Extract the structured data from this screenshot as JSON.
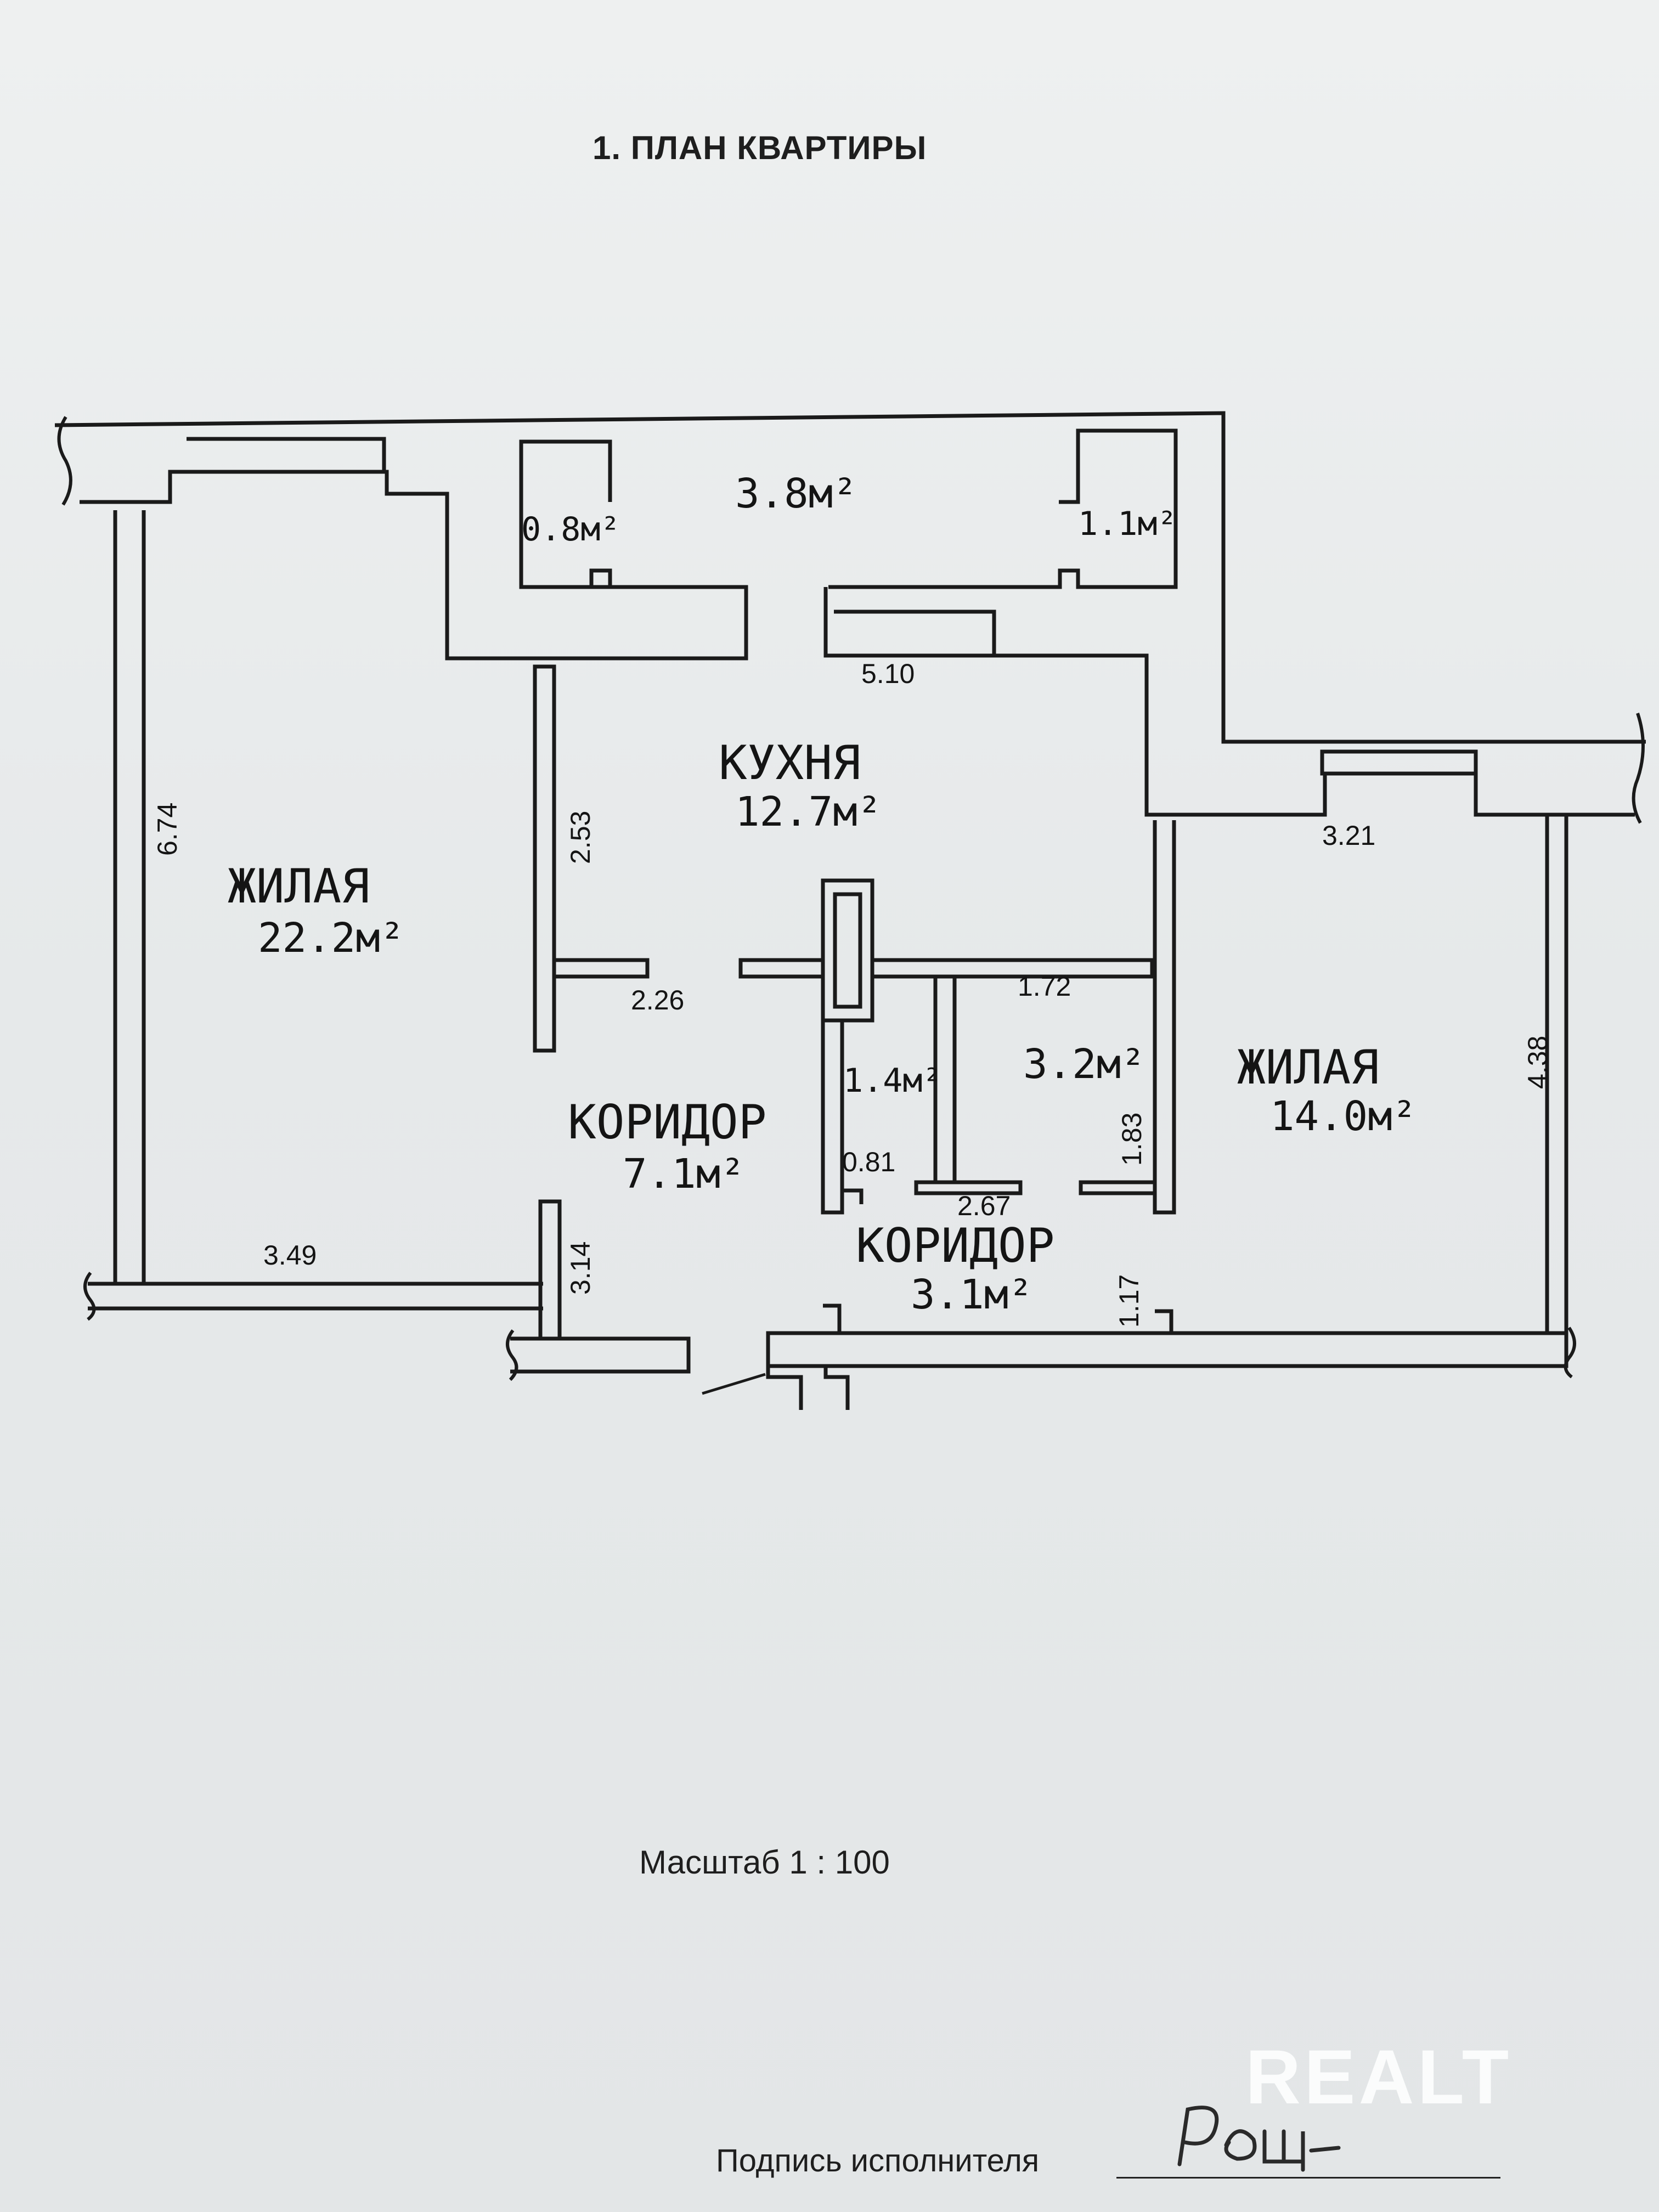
{
  "document": {
    "heading": "1. ПЛАН КВАРТИРЫ",
    "scale_text": "Масштаб 1 : 100",
    "signature_label": "Подпись исполнителя",
    "signature_mark": "Рощ-",
    "watermark": "REALT"
  },
  "rooms": {
    "living_large": {
      "name": "ЖИЛАЯ",
      "area": "22.2м²"
    },
    "kitchen": {
      "name": "КУХНЯ",
      "area": "12.7м²"
    },
    "living_small": {
      "name": "ЖИЛАЯ",
      "area": "14.0м²"
    },
    "corridor_main": {
      "name": "КОРИДОР",
      "area": "7.1м²"
    },
    "corridor_entry": {
      "name": "КОРИДОР",
      "area": "3.1м²"
    },
    "balcony": {
      "area": "3.8м²"
    },
    "storage_left": {
      "area": "0.8м²"
    },
    "storage_right": {
      "area": "1.1м²"
    },
    "wc": {
      "area": "1.4м²"
    },
    "bath": {
      "area": "3.2м²"
    }
  },
  "dimensions": {
    "d674": "6.74",
    "d253": "2.53",
    "d510": "5.10",
    "d321": "3.21",
    "d226": "2.26",
    "d172": "1.72",
    "d183": "1.83",
    "d438": "4.38",
    "d081": "0.81",
    "d267": "2.67",
    "d314": "3.14",
    "d349": "3.49",
    "d117": "1.17"
  }
}
